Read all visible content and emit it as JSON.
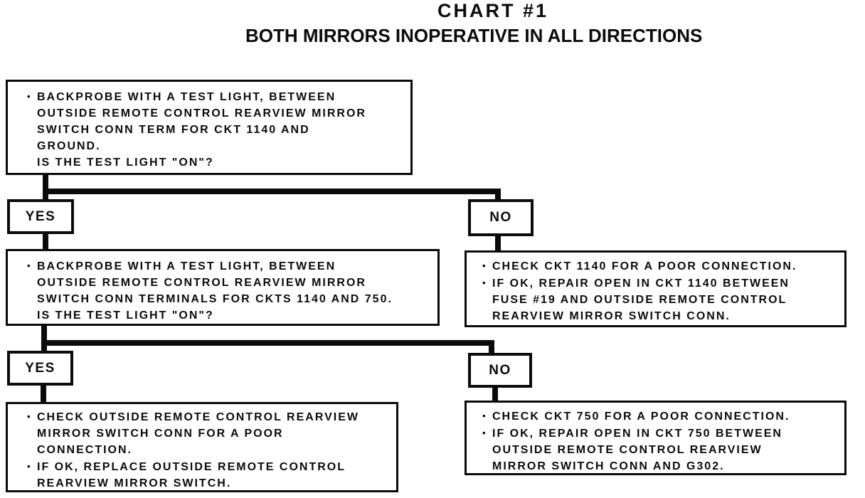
{
  "page": {
    "title": "CHART #1",
    "subtitle": "BOTH MIRRORS INOPERATIVE IN ALL DIRECTIONS"
  },
  "bullet": "•",
  "labels": {
    "yes1": "YES",
    "no1": "NO",
    "yes2": "YES",
    "no2": "NO"
  },
  "boxes": {
    "q1": {
      "lines": [
        {
          "t": "BACKPROBE WITH A TEST LIGHT, BETWEEN"
        },
        {
          "t": "OUTSIDE REMOTE CONTROL REARVIEW MIRROR"
        },
        {
          "t": "SWITCH CONN TERM FOR CKT 1140 AND"
        },
        {
          "t": "GROUND."
        },
        {
          "t": "IS THE TEST LIGHT \"ON\"?"
        }
      ]
    },
    "q2": {
      "lines": [
        {
          "t": "BACKPROBE WITH A TEST LIGHT, BETWEEN"
        },
        {
          "t": "OUTSIDE REMOTE CONTROL REARVIEW MIRROR"
        },
        {
          "t": "SWITCH CONN TERMINALS FOR CKTS 1140 AND 750."
        },
        {
          "t": "IS THE TEST LIGHT \"ON\"?"
        }
      ]
    },
    "a1": {
      "lines": [
        {
          "t": "CHECK CKT 1140 FOR A POOR CONNECTION."
        },
        {
          "t": "IF OK, REPAIR OPEN IN CKT 1140 BETWEEN"
        },
        {
          "t": "FUSE #19 AND OUTSIDE REMOTE CONTROL"
        },
        {
          "t": "REARVIEW MIRROR SWITCH CONN."
        }
      ]
    },
    "a2": {
      "lines": [
        {
          "t": "CHECK OUTSIDE REMOTE CONTROL REARVIEW"
        },
        {
          "t": "MIRROR SWITCH CONN FOR A POOR"
        },
        {
          "t": "CONNECTION."
        },
        {
          "t": "IF OK, REPLACE OUTSIDE REMOTE CONTROL"
        },
        {
          "t": "REARVIEW MIRROR SWITCH."
        }
      ]
    },
    "a3": {
      "lines": [
        {
          "t": "CHECK CKT 750 FOR A POOR CONNECTION."
        },
        {
          "t": "IF OK, REPAIR OPEN IN CKT 750 BETWEEN"
        },
        {
          "t": "OUTSIDE REMOTE CONTROL REARVIEW"
        },
        {
          "t": "MIRROR SWITCH CONN AND G302."
        }
      ]
    }
  }
}
